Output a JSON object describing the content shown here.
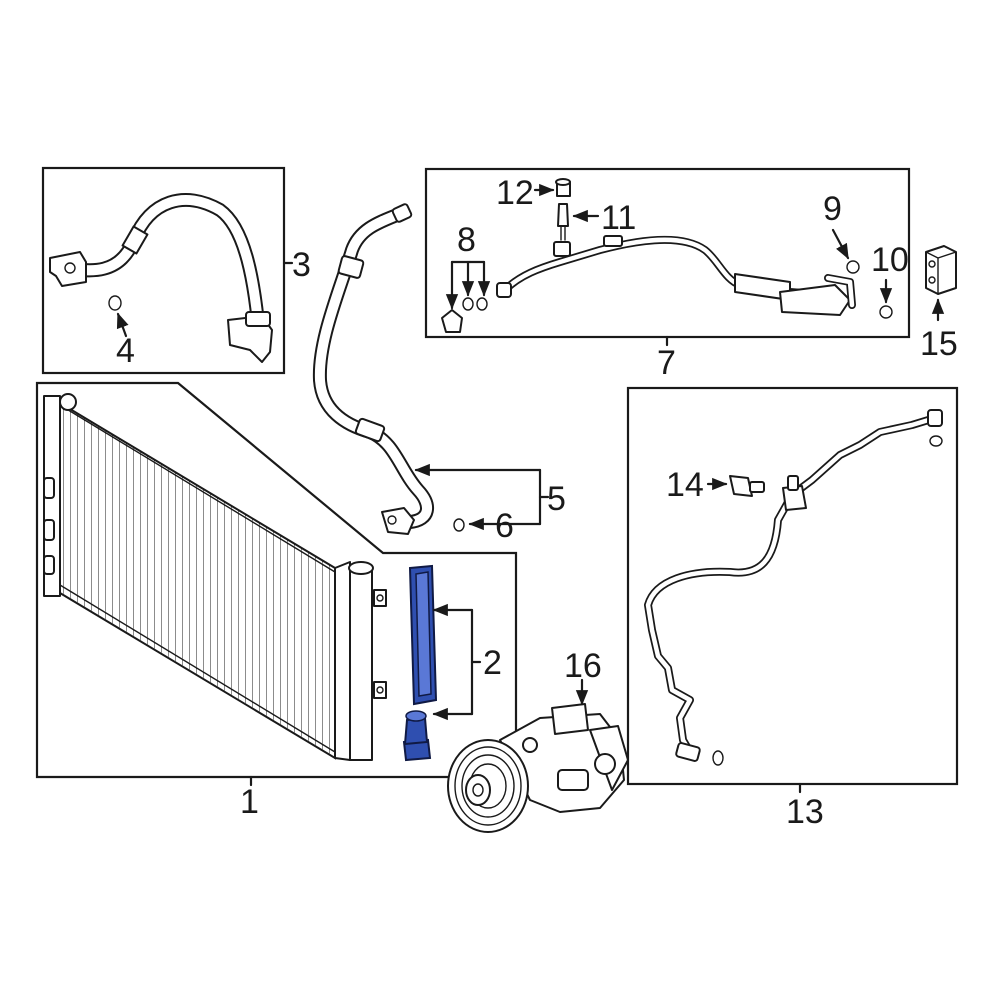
{
  "callouts": {
    "c1": "1",
    "c2": "2",
    "c3": "3",
    "c4": "4",
    "c5": "5",
    "c6": "6",
    "c7": "7",
    "c8": "8",
    "c9": "9",
    "c10": "10",
    "c11": "11",
    "c12": "12",
    "c13": "13",
    "c14": "14",
    "c15": "15",
    "c16": "16"
  },
  "colors": {
    "line": "#1a1a1a",
    "highlight": "#2f4fb0",
    "background": "#ffffff"
  }
}
